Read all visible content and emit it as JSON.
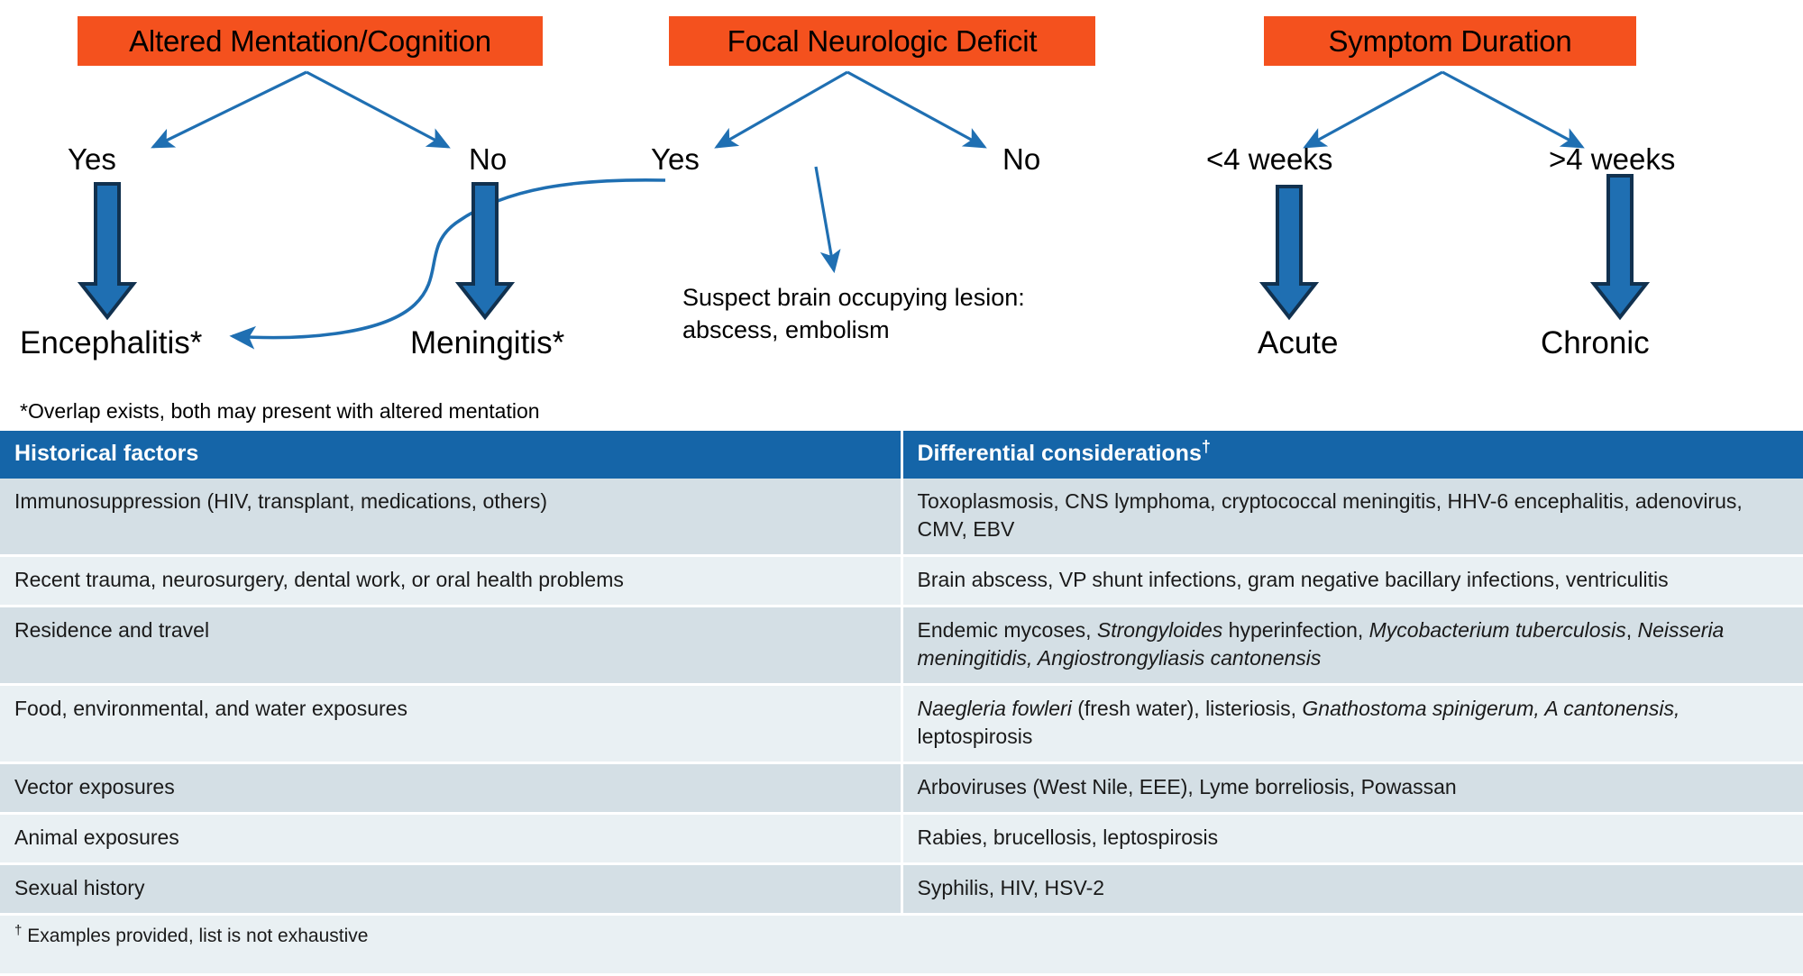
{
  "flowchart": {
    "banners": [
      {
        "id": "altered",
        "label": "Altered Mentation/Cognition"
      },
      {
        "id": "focal",
        "label": "Focal Neurologic Deficit"
      },
      {
        "id": "duration",
        "label": "Symptom Duration"
      }
    ],
    "branches": {
      "altered_yes": "Yes",
      "altered_no": "No",
      "focal_yes": "Yes",
      "focal_no": "No",
      "duration_short": "<4 weeks",
      "duration_long": ">4 weeks"
    },
    "outcomes": {
      "encephalitis": "Encephalitis*",
      "meningitis": "Meningitis*",
      "acute": "Acute",
      "chronic": "Chronic"
    },
    "suspect_note_line1": "Suspect brain occupying lesion:",
    "suspect_note_line2": "abscess, embolism",
    "footnote": "*Overlap exists, both may present with altered mentation",
    "colors": {
      "banner_background": "#f4511e",
      "banner_text": "#000000",
      "arrow_line": "#1f6fb2",
      "block_arrow_fill": "#1f6fb2",
      "block_arrow_outline": "#11314f"
    }
  },
  "table": {
    "headers": {
      "col1": "Historical factors",
      "col2_text": "Differential considerations",
      "col2_marker": "†"
    },
    "rows": [
      {
        "factor": "Immunosuppression (HIV, transplant, medications, others)",
        "differential_segments": [
          {
            "text": "Toxoplasmosis, CNS lymphoma, cryptococcal meningitis, HHV-6 encephalitis, adenovirus, CMV, EBV",
            "italic": false
          }
        ]
      },
      {
        "factor": "Recent trauma, neurosurgery, dental work, or oral health problems",
        "differential_segments": [
          {
            "text": "Brain abscess, VP shunt infections, gram negative bacillary infections, ventriculitis",
            "italic": false
          }
        ]
      },
      {
        "factor": "Residence and travel",
        "differential_segments": [
          {
            "text": "Endemic mycoses, ",
            "italic": false
          },
          {
            "text": "Strongyloides",
            "italic": true
          },
          {
            "text": " hyperinfection, ",
            "italic": false
          },
          {
            "text": "Mycobacterium tuberculosis",
            "italic": true
          },
          {
            "text": ", ",
            "italic": false
          },
          {
            "text": "Neisseria meningitidis, Angiostrongyliasis cantonensis",
            "italic": true
          }
        ]
      },
      {
        "factor": "Food, environmental, and water exposures",
        "differential_segments": [
          {
            "text": "Naegleria fowleri",
            "italic": true
          },
          {
            "text": " (fresh water), listeriosis, ",
            "italic": false
          },
          {
            "text": "Gnathostoma spinigerum, A cantonensis,",
            "italic": true
          },
          {
            "text": " leptospirosis",
            "italic": false
          }
        ]
      },
      {
        "factor": "Vector exposures",
        "differential_segments": [
          {
            "text": "Arboviruses (West Nile, EEE), Lyme borreliosis, Powassan",
            "italic": false
          }
        ]
      },
      {
        "factor": "Animal exposures",
        "differential_segments": [
          {
            "text": "Rabies, brucellosis, leptospirosis",
            "italic": false
          }
        ]
      },
      {
        "factor": "Sexual history",
        "differential_segments": [
          {
            "text": "Syphilis, HIV, HSV-2",
            "italic": false
          }
        ]
      }
    ],
    "footnote_marker": "†",
    "footnote_text": "Examples provided, list is not exhaustive",
    "colors": {
      "header_background": "#1565a8",
      "header_text": "#ffffff",
      "row_shade_dark": "#d4dfe5",
      "row_shade_light": "#e9f0f3"
    }
  }
}
